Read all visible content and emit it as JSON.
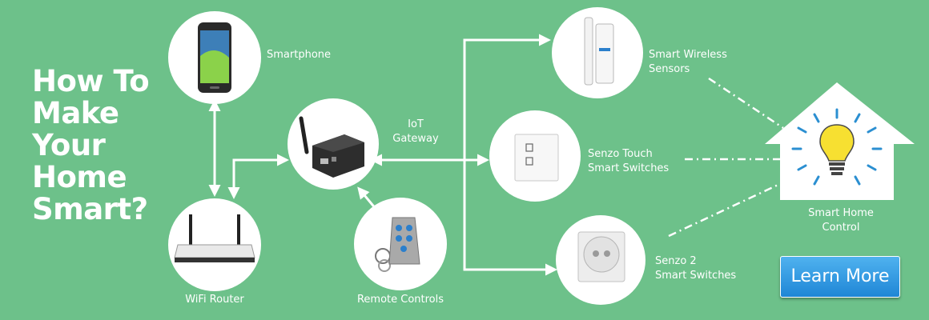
{
  "headline": [
    "How To",
    "Make",
    "Your",
    "Home",
    "Smart?"
  ],
  "nodes": {
    "smartphone": "Smartphone",
    "wifi_router": "WiFi Router",
    "iot_gateway": [
      "IoT",
      "Gateway"
    ],
    "remote_controls": "Remote Controls",
    "wireless_sensors": [
      "Smart Wireless",
      "Sensors"
    ],
    "touch_switches": [
      "Senzo Touch",
      "Smart Switches"
    ],
    "senzo2_switches": [
      "Senzo 2",
      "Smart Switches"
    ],
    "smart_home_control": [
      "Smart Home",
      "Control"
    ]
  },
  "cta": {
    "label": "Learn More"
  },
  "colors": {
    "background": "#6dc18a",
    "circle": "#ffffff",
    "line": "#ffffff",
    "bulb": "#f7e031",
    "rays": "#2b8fd1",
    "button": "#2a93dd"
  }
}
